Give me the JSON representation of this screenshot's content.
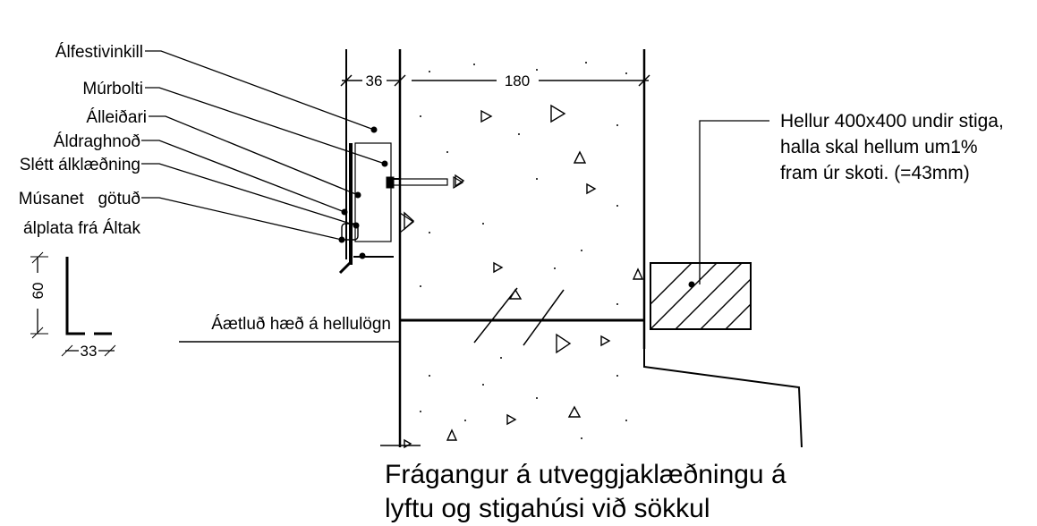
{
  "labels": {
    "alfestivinkill": "Álfestivinkill",
    "murbolti": "Múrbolti",
    "alleidari": "Álleiðari",
    "aldraghnod": "Áldraghnoð",
    "slett_alklaedning": "Slétt álklæðning",
    "musanet": "Músanet   götuð",
    "alplata": "álplata frá Áltak",
    "aaetlud_haed": "Áætluð hæð á hellulögn",
    "hellur_line1": "Hellur 400x400 undir stiga,",
    "hellur_line2": "halla skal hellum um1%",
    "hellur_line3": "fram úr skoti. (=43mm)"
  },
  "dimensions": {
    "wall_gap": "36",
    "wall_thickness": "180",
    "profile_height": "60",
    "profile_width": "33"
  },
  "caption": {
    "line1": "Frágangur á utveggjaklæðningu á",
    "line2": "lyftu og stigahúsi við sökkul"
  },
  "colors": {
    "ink": "#000000",
    "paper": "#ffffff"
  }
}
